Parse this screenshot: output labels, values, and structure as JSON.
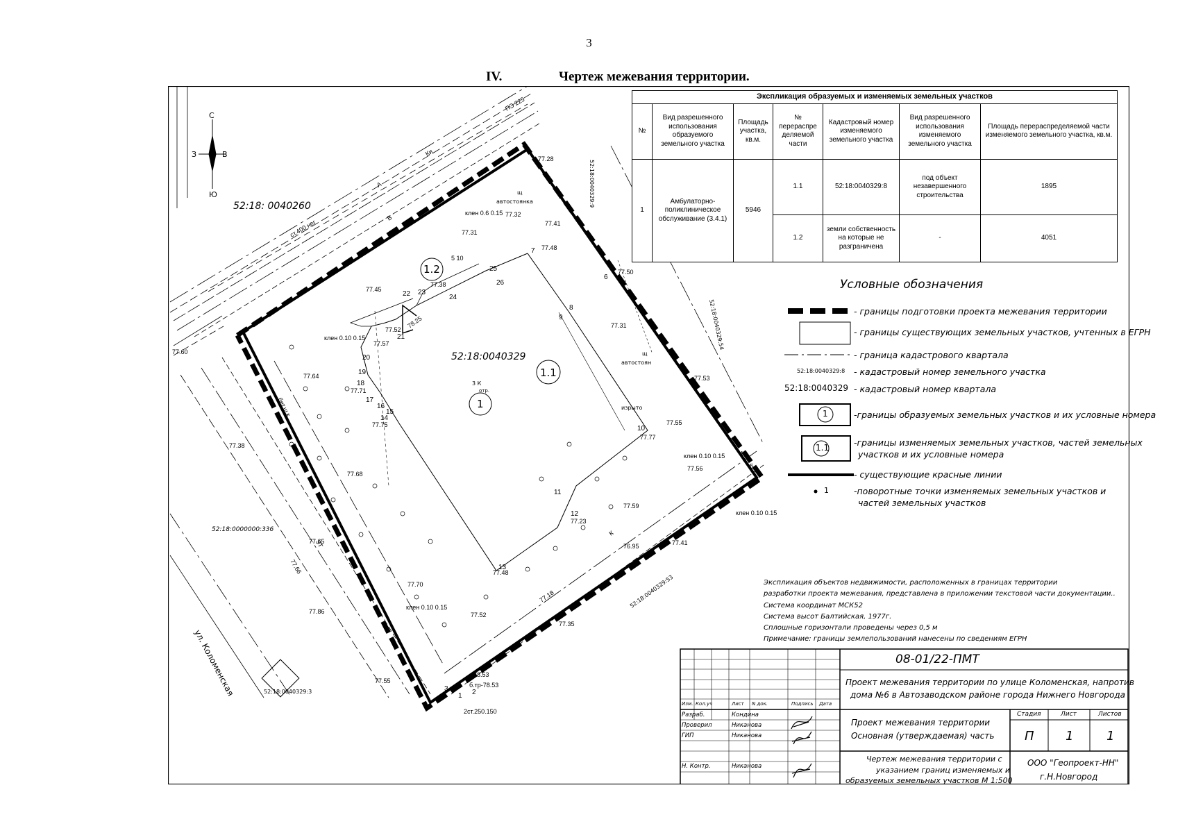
{
  "page_number": "3",
  "heading": {
    "roman": "IV.",
    "title": "Чертеж межевания территории."
  },
  "map": {
    "quarter_labels": [
      {
        "text": "52:18: 0040260"
      },
      {
        "text": "52:18:0040329"
      },
      {
        "text": "52:18:0000000:336"
      }
    ],
    "parcel_labels": [
      {
        "text": "52:18:0040329:9"
      },
      {
        "text": "52:18:0040329:54"
      },
      {
        "text": "52:18:0040329:53"
      },
      {
        "text": "52:18:0040329:3"
      }
    ],
    "street": "ул. Коломенская",
    "compass": {
      "n": "С",
      "s": "Ю",
      "w": "З",
      "e": "В"
    },
    "zone_labels": [
      "1",
      "1.1",
      "1.2"
    ],
    "building_labels": [
      "3 К",
      "отр.",
      "авто­стоянка",
      "автостоян",
      "щ",
      "щ",
      "изрыто"
    ],
    "points": [
      "1",
      "2",
      "3",
      "4",
      "5",
      "6",
      "7",
      "8",
      "9",
      "10",
      "11",
      "12",
      "13",
      "14",
      "15",
      "16",
      "17",
      "18",
      "19",
      "20",
      "21",
      "22",
      "23",
      "24",
      "25",
      "26"
    ],
    "elevations": [
      "77.28",
      "77.32",
      "77.31",
      "77.41",
      "77.48",
      "77.50",
      "77.31",
      "77.38",
      "77.45",
      "77.52",
      "77.57",
      "77.64",
      "77.71",
      "77.75",
      "77.53",
      "77.55",
      "77.77",
      "77.56",
      "77.68",
      "77.59",
      "77.23",
      "77.38",
      "77.65",
      "77.70",
      "77.66",
      "77.86",
      "77.48",
      "77.52",
      "76.95",
      "77.41",
      "77.35",
      "77.18",
      "77.55",
      "78.25",
      "77.60",
      "78.53"
    ],
    "annotations": [
      "клен 0.10 0.15",
      "клен 0.10 0.15",
      "клен 0.10 0.15",
      "клен 0.10 0.15",
      "клен 0.6 0.15",
      "5  10",
      "Ки",
      "А",
      "В",
      "К",
      "ЗТ",
      "ст.400 нег",
      "ПЭ 225",
      "бет.ш.к",
      "2ст.250.150",
      "б.тр-78.53"
    ]
  },
  "explication": {
    "title": "Экспликация образуемых и изменяемых земельных участков",
    "headers": [
      "№",
      "Вид разрешенного использования образуемого земельного участка",
      "Площадь участка, кв.м.",
      "№ перераспре деляемой части",
      "Кадастровый номер изменяемого земельного участка",
      "Вид разрешенного использования изменяемого земельного участка",
      "Площадь перераспределяемой части изменяемого земельного участка, кв.м."
    ],
    "row": {
      "num": "1",
      "use": "Амбулаторно-поликлиническое обслуживание (3.4.1)",
      "area": "5946"
    },
    "parts": [
      {
        "part": "1.1",
        "cad": "52:18:0040329:8",
        "use": "под объект незавершенного строительства",
        "area": "1895"
      },
      {
        "part": "1.2",
        "cad": "земли собственность на которые не разграничена",
        "use": "-",
        "area": "4051"
      }
    ]
  },
  "legend": {
    "title": "Условные обозначения",
    "items": [
      {
        "text": "- границы подготовки проекта межевания территории"
      },
      {
        "text": "- границы существующих земельных участков, учтенных в ЕГРН"
      },
      {
        "text": "- граница кадастрового квартала"
      },
      {
        "sample": "52:18:0040329:8",
        "text": "- кадастровый номер земельного участка"
      },
      {
        "sample": "52:18:0040329",
        "text": "- кадастровый номер квартала"
      },
      {
        "sample": "1",
        "text": "-границы образуемых земельных участков и их условные номера"
      },
      {
        "sample": "1.1",
        "text": "-границы изменяемых земельных участков, частей земельных",
        "text2": "участков и их условные номера"
      },
      {
        "text": "- существующие красные линии"
      },
      {
        "sample": "1",
        "text": "-поворотные точки изменяемых земельных участков и",
        "text2": "частей земельных участков"
      }
    ]
  },
  "notes": [
    "Экспликация объектов недвижимости, расположенных в границах территории",
    "разработки проекта межевания, представлена в приложении текстовой части документации..",
    "Система координат МСК52",
    "Система высот Балтийская, 1977г.",
    "Сплошные горизонтали проведены через 0,5 м",
    "Примечание: границы землепользований нанесены по сведениям  ЕГРН"
  ],
  "stamp": {
    "code": "08-01/22-ПМТ",
    "project_line1": "Проект межевания территории по улице Коломенская, напротив",
    "project_line2": "дома №6 в Автозаводском районе города Нижнего Новгорода",
    "col_headers": [
      "Изм.",
      "Кол.уч",
      "Лист",
      "N док.",
      "Подпись",
      "Дата"
    ],
    "people": [
      {
        "role": "Разраб.",
        "name": "Кондина"
      },
      {
        "role": "Проверил",
        "name": "Никанова"
      },
      {
        "role": "ГИП",
        "name": "Никанова"
      },
      {
        "role": "Н. Контр.",
        "name": "Никанова"
      }
    ],
    "doc_line1": "Проект межевания территории",
    "doc_line2": "Основная (утверждаемая) часть",
    "stage_label": "Стадия",
    "sheet_label": "Лист",
    "sheets_label": "Листов",
    "stage": "П",
    "sheet": "1",
    "sheets": "1",
    "drawing_line1": "Чертеж межевания территории с",
    "drawing_line2": "указанием границ изменяемых  и",
    "drawing_line3": "образуемых земельных участков М 1:500",
    "org_line1": "ООО \"Геопроект-НН\"",
    "org_line2": "г.Н.Новгород"
  }
}
